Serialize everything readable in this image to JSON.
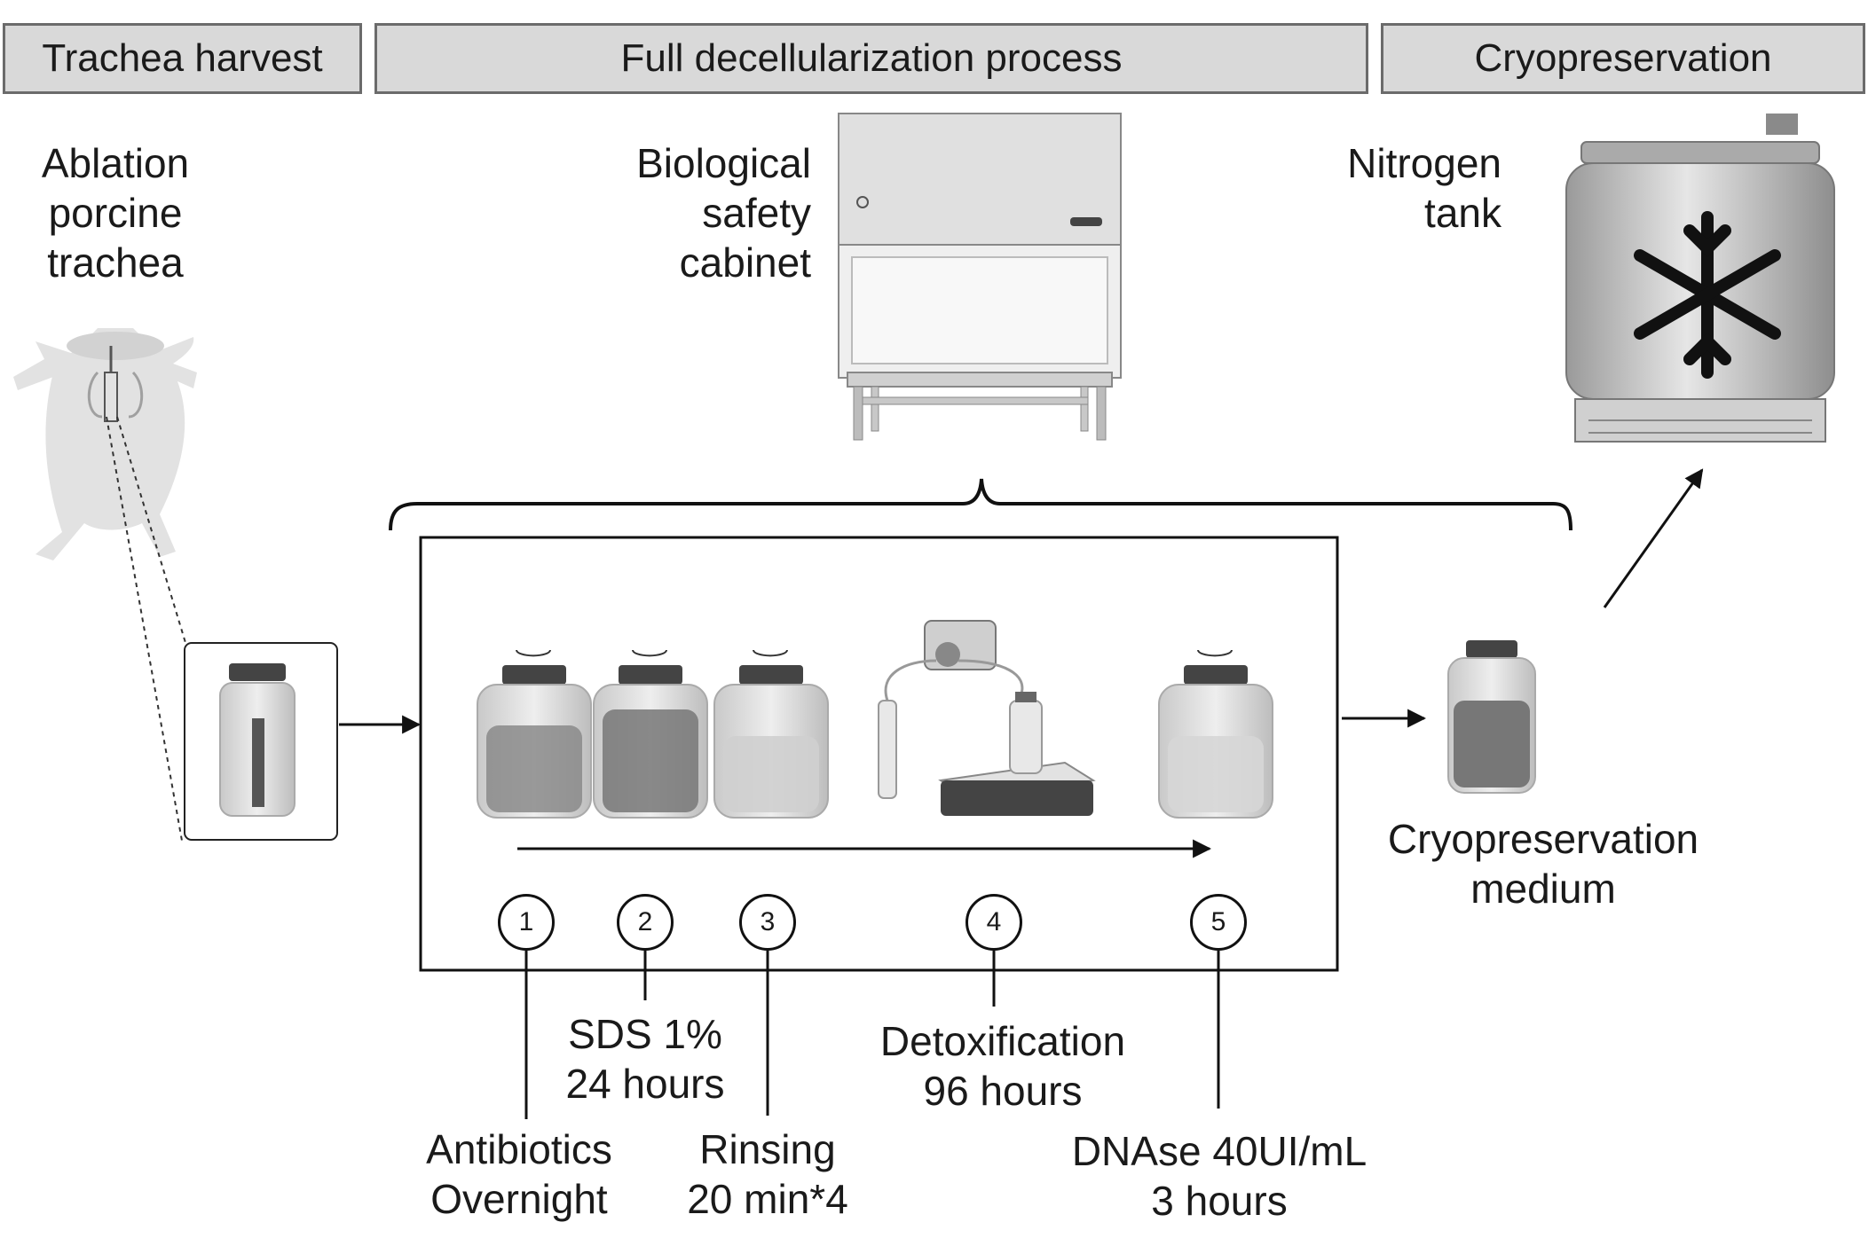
{
  "headers": {
    "harvest": "Trachea harvest",
    "process": "Full decellularization process",
    "cryo": "Cryopreservation"
  },
  "labels": {
    "ablation": [
      "Ablation",
      "porcine",
      "trachea"
    ],
    "cabinet": [
      "Biological",
      "safety",
      "cabinet"
    ],
    "nitrogen": [
      "Nitrogen",
      "tank"
    ],
    "medium": [
      "Cryopreservation",
      "medium"
    ]
  },
  "steps": [
    {
      "number": "1",
      "line1": "Antibiotics",
      "line2": "Overnight"
    },
    {
      "number": "2",
      "line1": "SDS 1%",
      "line2": "24 hours"
    },
    {
      "number": "3",
      "line1": "Rinsing",
      "line2": "20 min*4"
    },
    {
      "number": "4",
      "line1": "Detoxification",
      "line2": "96 hours"
    },
    {
      "number": "5",
      "line1": "DNAse 40UI/mL",
      "line2": "3 hours"
    }
  ],
  "icons": [
    "pig-icon",
    "bottle-icon",
    "safety-cabinet-icon",
    "peristaltic-pump-icon",
    "stirrer-icon",
    "nitrogen-tank-icon",
    "snowflake-icon"
  ],
  "colors": {
    "header_bg": "#d9d9d9",
    "header_border": "#6b6b6b",
    "line": "#111111"
  }
}
